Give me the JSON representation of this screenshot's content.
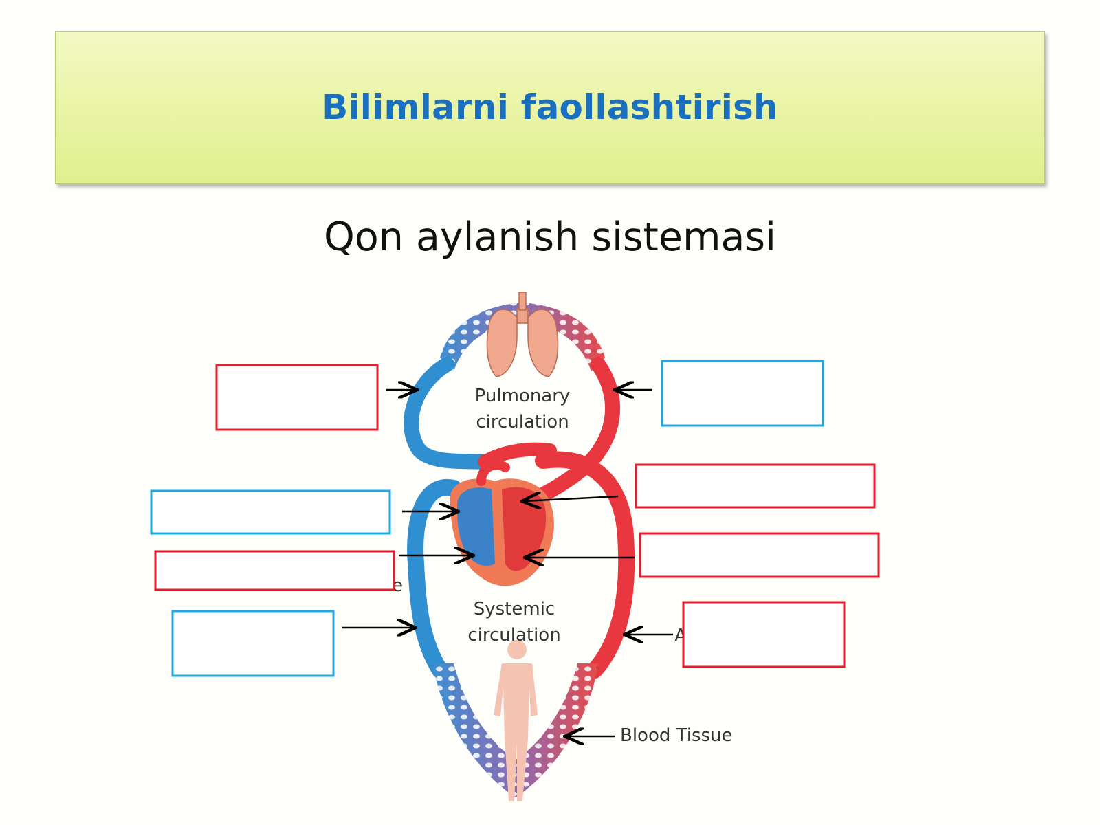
{
  "slide": {
    "title": "Bilimlarni faollashtirish",
    "subtitle": "Qon aylanish sistemasi"
  },
  "diagram": {
    "pulmonary_label_line1": "Pulmonary",
    "pulmonary_label_line2": "circulation",
    "systemic_label_line1": "Systemic",
    "systemic_label_line2": "circulation",
    "blood_tissue_label": "Blood Tissue",
    "partial_left_text": "e",
    "partial_right_text": "A"
  },
  "colors": {
    "title": "#1a6fbf",
    "oxygenated_red": "#e8373f",
    "deoxygenated_blue": "#2f8fd0",
    "box_red": "#e61e2b",
    "box_blue": "#1ea7e0"
  }
}
